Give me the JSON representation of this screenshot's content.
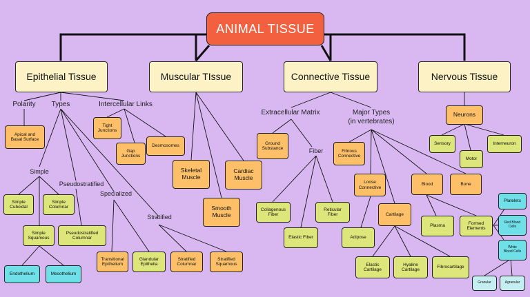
{
  "root": "ANIMAL TISSUE",
  "categories": {
    "epithelial": "Epithelial Tissue",
    "muscular": "Muscular TIssue",
    "connective": "Connective Tissue",
    "nervous": "Nervous Tissue"
  },
  "epithelial": {
    "labels": {
      "polarity": "Polarity",
      "types": "Types",
      "intercellular": "Intercellular Links",
      "simple": "Simple",
      "pseudostratified": "Pseudostratified",
      "specialized": "Specialized",
      "stratified": "Stratified"
    },
    "nodes": {
      "apical": "Apical and\nBasal Surface",
      "tight": "Tight\nJunctions",
      "gap": "Gap\nJunctions",
      "desmosomes": "Desmosomes",
      "simple_cuboidal": "Simple\nCuboidal",
      "simple_columnar": "Simple\nColumnar",
      "simple_squamous": "Simple\nSquamous",
      "pseudo_columnar": "Pseudostratified\nColumnar",
      "endothelium": "Endothelium",
      "mesothelium": "Mesothelium",
      "transitional": "Transitional\nEpithelium",
      "glandular": "Glandular\nEpithelia",
      "strat_columnar": "Stratified\nColumnar",
      "strat_squamous": "Stratified\nSquamous"
    }
  },
  "muscular": {
    "nodes": {
      "skeletal": "Skeletal\nMuscle",
      "smooth": "Smooth\nMuscle",
      "cardiac": "Cardiac\nMuscle"
    }
  },
  "connective": {
    "labels": {
      "matrix": "Extracellular Matrix",
      "major": "Major Types\n(in vertebrates)",
      "fiber": "Fiber"
    },
    "nodes": {
      "ground": "Ground\nSubstance",
      "collagenous": "Collagenous\nFiber",
      "elastic_fiber": "Elastic Fiber",
      "reticular": "Reticular\nFiber",
      "fibrous": "Fibrous\nConnective",
      "loose": "Loose\nConnective",
      "blood": "Blood",
      "bone": "Bone",
      "adipose": "Adipose",
      "cartilage": "Cartilage",
      "plasma": "Plasma",
      "formed": "Formed\nElements",
      "elastic_cart": "Elastic\nCartilage",
      "hyaline": "Hyaline\nCartilage",
      "fibrocart": "Fibrocartilage",
      "platelets": "Platelets",
      "rbc": "Red Blood\nCells",
      "wbc": "White\nBlood Cells",
      "granular": "Granular",
      "agranular": "Agranular"
    }
  },
  "nervous": {
    "nodes": {
      "neurons": "Neurons",
      "sensory": "Sensory",
      "motor": "Motor",
      "interneuron": "Interneuron"
    }
  }
}
